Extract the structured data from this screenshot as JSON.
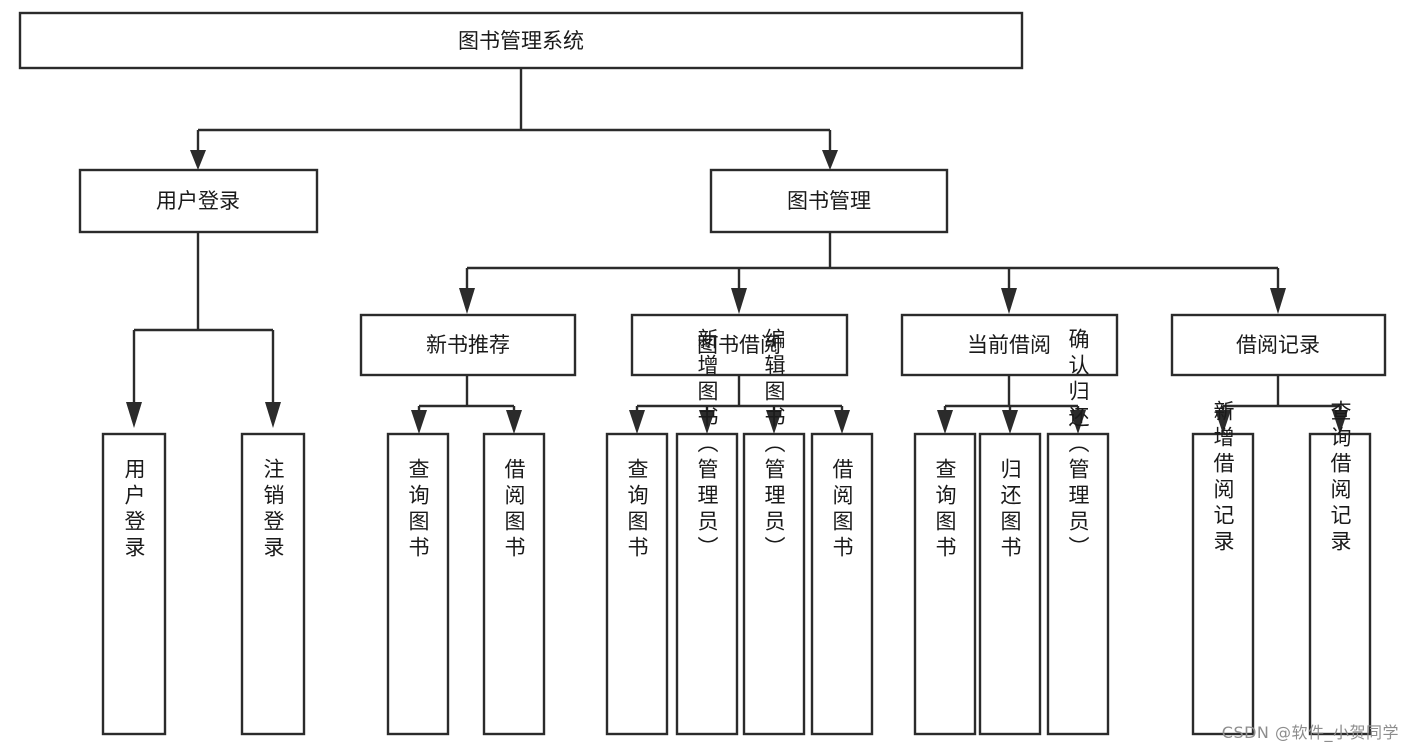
{
  "diagram": {
    "title": "图书管理系统",
    "type": "tree-hierarchy",
    "root": {
      "id": "root",
      "label": "图书管理系统"
    },
    "level2": [
      {
        "id": "user-login",
        "label": "用户登录"
      },
      {
        "id": "book-management",
        "label": "图书管理"
      }
    ],
    "level3": [
      {
        "id": "new-book-recommend",
        "label": "新书推荐"
      },
      {
        "id": "book-borrow",
        "label": "图书借阅"
      },
      {
        "id": "current-borrow",
        "label": "当前借阅"
      },
      {
        "id": "borrow-record",
        "label": "借阅记录"
      }
    ],
    "leaves": {
      "user_login": [
        {
          "id": "leaf-user-login",
          "label": "用户登录"
        },
        {
          "id": "leaf-logout",
          "label": "注销登录"
        }
      ],
      "new_book_recommend": [
        {
          "id": "leaf-query-book-1",
          "label": "查询图书"
        },
        {
          "id": "leaf-borrow-book-1",
          "label": "借阅图书"
        }
      ],
      "book_borrow": [
        {
          "id": "leaf-query-book-2",
          "label": "查询图书"
        },
        {
          "id": "leaf-add-book",
          "label": "新增图书（管理员）"
        },
        {
          "id": "leaf-edit-book",
          "label": "编辑图书（管理员）"
        },
        {
          "id": "leaf-borrow-book-2",
          "label": "借阅图书"
        }
      ],
      "current_borrow": [
        {
          "id": "leaf-query-book-3",
          "label": "查询图书"
        },
        {
          "id": "leaf-return-book",
          "label": "归还图书"
        },
        {
          "id": "leaf-confirm-return",
          "label": "确认归还（管理员）"
        }
      ],
      "borrow_record": [
        {
          "id": "leaf-add-record",
          "label": "新增借阅记录"
        },
        {
          "id": "leaf-query-record",
          "label": "查询借阅记录"
        }
      ]
    }
  },
  "watermark": {
    "text": "CSDN @软件_小贺同学"
  },
  "colors": {
    "stroke": "#2b2b2b",
    "fill": "#ffffff",
    "text": "#1a1a1a",
    "watermark": "#8d8d8d"
  }
}
